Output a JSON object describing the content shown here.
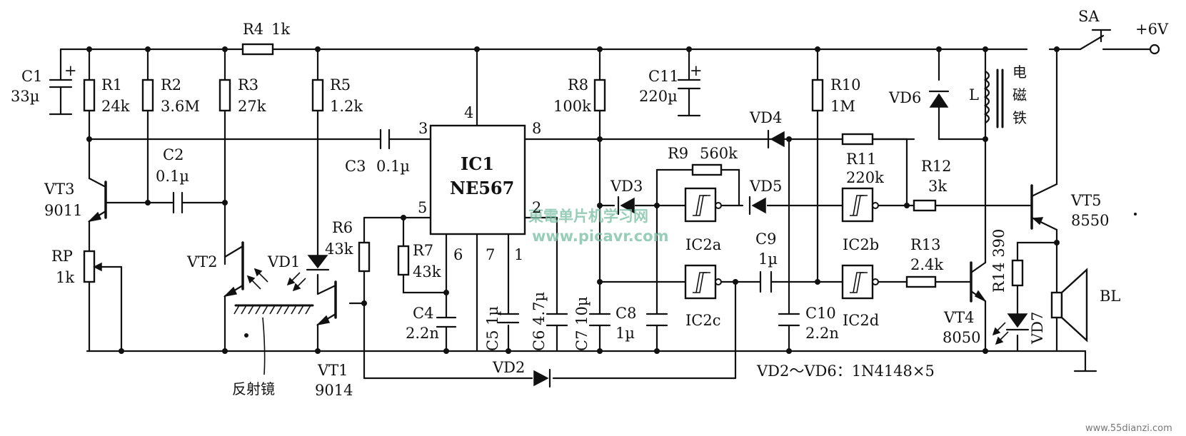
{
  "supply": {
    "switch": "SA",
    "voltage": "+6V"
  },
  "ic": {
    "name": "IC1",
    "part": "NE567",
    "pins": [
      "3",
      "4",
      "8",
      "5",
      "2",
      "6",
      "7",
      "1"
    ]
  },
  "resistors": [
    {
      "ref": "R1",
      "value": "24k"
    },
    {
      "ref": "R2",
      "value": "3.6M"
    },
    {
      "ref": "R3",
      "value": "27k"
    },
    {
      "ref": "R4",
      "value": "1k"
    },
    {
      "ref": "R5",
      "value": "1.2k"
    },
    {
      "ref": "R6",
      "value": "43k"
    },
    {
      "ref": "R7",
      "value": "43k"
    },
    {
      "ref": "R8",
      "value": "100k"
    },
    {
      "ref": "R9",
      "value": "560k"
    },
    {
      "ref": "R10",
      "value": "1M"
    },
    {
      "ref": "R11",
      "value": "220k"
    },
    {
      "ref": "R12",
      "value": "3k"
    },
    {
      "ref": "R13",
      "value": "2.4k"
    },
    {
      "ref": "R14",
      "value": "390"
    },
    {
      "ref": "RP",
      "value": "1k"
    }
  ],
  "capacitors": [
    {
      "ref": "C1",
      "value": "33µ"
    },
    {
      "ref": "C2",
      "value": "0.1µ"
    },
    {
      "ref": "C3",
      "value": "0.1µ"
    },
    {
      "ref": "C4",
      "value": "2.2n"
    },
    {
      "ref": "C5",
      "value": "1µ"
    },
    {
      "ref": "C6",
      "value": "4.7µ"
    },
    {
      "ref": "C7",
      "value": "10µ"
    },
    {
      "ref": "C8",
      "value": "1µ"
    },
    {
      "ref": "C9",
      "value": "1µ"
    },
    {
      "ref": "C10",
      "value": "2.2n"
    },
    {
      "ref": "C11",
      "value": "220µ"
    }
  ],
  "transistors": [
    {
      "ref": "VT1",
      "value": "9014"
    },
    {
      "ref": "VT2",
      "value": ""
    },
    {
      "ref": "VT3",
      "value": "9011"
    },
    {
      "ref": "VT4",
      "value": "8050"
    },
    {
      "ref": "VT5",
      "value": "8550"
    }
  ],
  "diodes": [
    "VD1",
    "VD2",
    "VD3",
    "VD4",
    "VD5",
    "VD6",
    "VD7"
  ],
  "gates": [
    "IC2a",
    "IC2b",
    "IC2c",
    "IC2d"
  ],
  "coil": {
    "ref": "L",
    "name_chars": [
      "电",
      "磁",
      "铁"
    ]
  },
  "speaker": "BL",
  "mirror_label": "反射镜",
  "diode_note": "VD2～VD6：1N4148×5",
  "watermark": {
    "cn": "東電单片机学习网",
    "url": "www.picavr.com"
  },
  "credit": "www.55dianzi.com"
}
